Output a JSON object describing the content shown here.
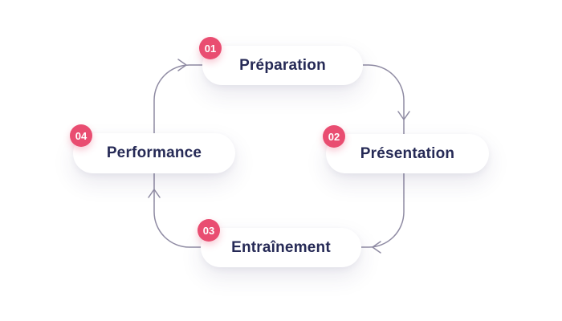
{
  "diagram": {
    "type": "cycle",
    "flow_direction": "clockwise",
    "steps": [
      {
        "number": "01",
        "label": "Préparation",
        "position": "top"
      },
      {
        "number": "02",
        "label": "Présentation",
        "position": "right"
      },
      {
        "number": "03",
        "label": "Entraînement",
        "position": "bottom"
      },
      {
        "number": "04",
        "label": "Performance",
        "position": "left"
      }
    ],
    "colors": {
      "badge": "#E94D71",
      "label_text": "#262A56",
      "connector": "#8F8BA3",
      "background": "#FFFFFF",
      "pill_background": "#FFFFFF"
    }
  }
}
